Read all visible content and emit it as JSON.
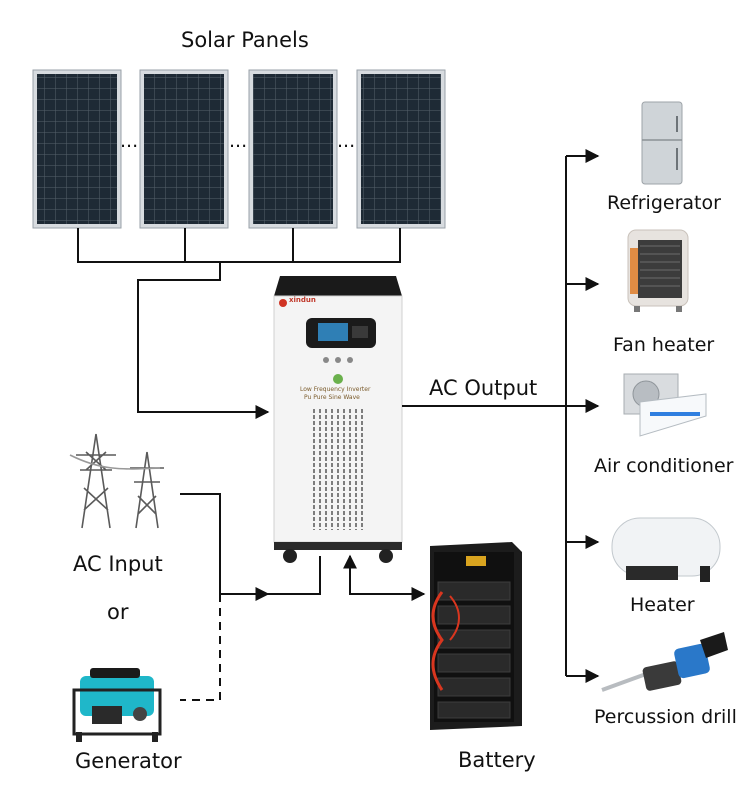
{
  "solar": {
    "title": "Solar Panels",
    "ellipsis": "..."
  },
  "inverter": {
    "brand": "xindun",
    "line1": "Low Frequency Inverter",
    "line2": "Pu Pure Sine Wave"
  },
  "ac_output": {
    "label": "AC Output"
  },
  "inputs": {
    "ac_input": "AC Input",
    "or": "or",
    "generator": "Generator"
  },
  "battery": {
    "label": "Battery"
  },
  "appliances": [
    {
      "label": "Refrigerator",
      "icon": "refrigerator-icon"
    },
    {
      "label": "Fan heater",
      "icon": "fan-heater-icon"
    },
    {
      "label": "Air conditioner",
      "icon": "air-conditioner-icon"
    },
    {
      "label": "Heater",
      "icon": "water-heater-icon"
    },
    {
      "label": "Percussion drill",
      "icon": "percussion-drill-icon"
    }
  ],
  "colors": {
    "line": "#111111",
    "panel": "#1f2a33",
    "panel_frame": "#c7ccd1",
    "inverter_body": "#f4f4f4",
    "inverter_top": "#1a1a1a",
    "generator_accent": "#1fb7c9",
    "battery_body": "#1c1c1c",
    "battery_cable": "#d9361f"
  }
}
